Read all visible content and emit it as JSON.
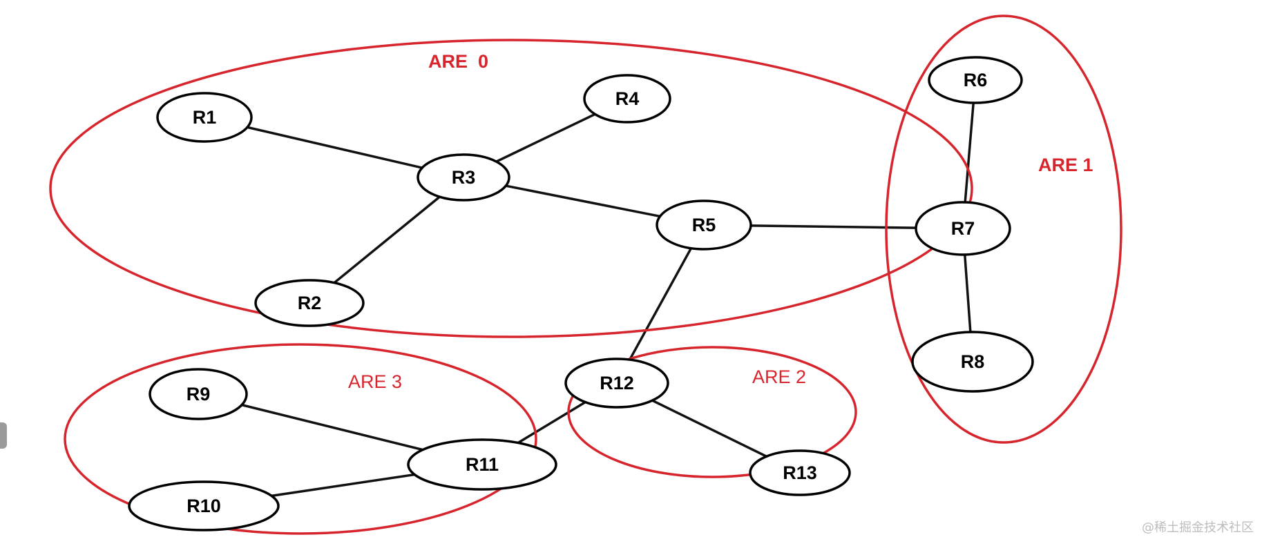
{
  "colors": {
    "link": "#111111",
    "router_stroke": "#000000",
    "area_stroke": "#d6252c",
    "area_label": "#d6252c"
  },
  "routers": [
    {
      "id": "R1",
      "label": "R1"
    },
    {
      "id": "R2",
      "label": "R2"
    },
    {
      "id": "R3",
      "label": "R3"
    },
    {
      "id": "R4",
      "label": "R4"
    },
    {
      "id": "R5",
      "label": "R5"
    },
    {
      "id": "R6",
      "label": "R6"
    },
    {
      "id": "R7",
      "label": "R7"
    },
    {
      "id": "R8",
      "label": "R8"
    },
    {
      "id": "R9",
      "label": "R9"
    },
    {
      "id": "R10",
      "label": "R10"
    },
    {
      "id": "R11",
      "label": "R11"
    },
    {
      "id": "R12",
      "label": "R12"
    },
    {
      "id": "R13",
      "label": "R13"
    }
  ],
  "links": [
    [
      "R1",
      "R3"
    ],
    [
      "R4",
      "R3"
    ],
    [
      "R2",
      "R3"
    ],
    [
      "R3",
      "R5"
    ],
    [
      "R5",
      "R7"
    ],
    [
      "R6",
      "R7"
    ],
    [
      "R7",
      "R8"
    ],
    [
      "R5",
      "R12"
    ],
    [
      "R12",
      "R13"
    ],
    [
      "R12",
      "R11"
    ],
    [
      "R9",
      "R11"
    ],
    [
      "R10",
      "R11"
    ]
  ],
  "areas": [
    {
      "id": "area-0",
      "label": "ARE  0"
    },
    {
      "id": "area-1",
      "label": "ARE 1"
    },
    {
      "id": "area-2",
      "label": "ARE 2"
    },
    {
      "id": "area-3",
      "label": "ARE 3"
    }
  ],
  "watermark": "@稀土掘金技术社区"
}
